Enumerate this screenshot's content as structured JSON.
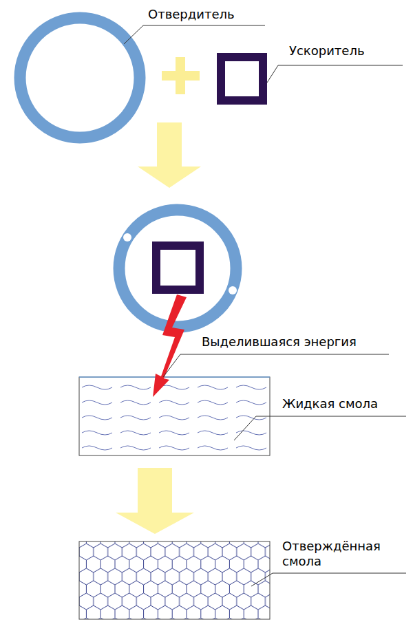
{
  "diagram": {
    "labels": [
      "Отвердитель",
      "Ускоритель",
      "Выделившаяся энергия",
      "Жидкая смола",
      "Отверждённая смола"
    ]
  }
}
